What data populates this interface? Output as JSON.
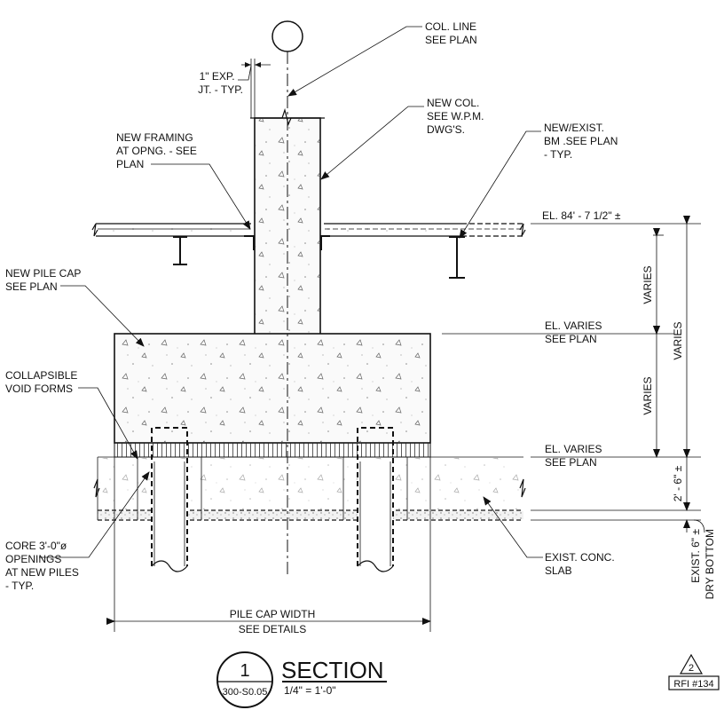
{
  "labels": {
    "col_line": [
      "COL. LINE",
      "SEE PLAN"
    ],
    "exp_jt": [
      "1\" EXP.",
      "JT. - TYP."
    ],
    "new_col": [
      "NEW COL.",
      "SEE W.P.M.",
      "DWG'S."
    ],
    "new_framing": [
      "NEW FRAMING",
      "AT OPNG. - SEE",
      "PLAN"
    ],
    "new_exist_bm": [
      "NEW/EXIST.",
      "BM .SEE PLAN",
      "- TYP."
    ],
    "el_top": "EL. 84' - 7 1/2\" ±",
    "new_pile_cap": [
      "NEW PILE CAP",
      "SEE PLAN"
    ],
    "el_varies_1": [
      "EL. VARIES",
      "SEE PLAN"
    ],
    "collapsible": [
      "COLLAPSIBLE",
      "VOID FORMS"
    ],
    "el_varies_2": [
      "EL. VARIES",
      "SEE PLAN"
    ],
    "core": [
      "CORE 3'-0\"ø",
      "OPENINGS",
      "AT NEW PILES",
      "- TYP."
    ],
    "exist_slab": [
      "EXIST. CONC.",
      "SLAB"
    ],
    "pile_cap_width": [
      "PILE CAP WIDTH",
      "SEE DETAILS"
    ],
    "dim_varies_upper": "VARIES",
    "dim_varies_lower": "VARIES",
    "dim_varies_total": "VARIES",
    "dim_2_6": "2' - 6\" ±",
    "dim_exist_6": "EXIST. 6\" ±",
    "dry_bottom": "DRY BOTTOM"
  },
  "title_block": {
    "number": "1",
    "sheet": "300-S0.05",
    "title": "SECTION",
    "scale": "1/4\" = 1'-0\""
  },
  "revision": {
    "number": "2",
    "label": "RFI #134"
  }
}
